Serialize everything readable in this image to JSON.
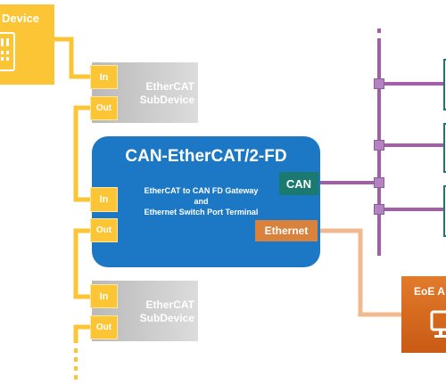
{
  "main_device": {
    "label": "Device"
  },
  "subdevice_top": {
    "label_line1": "EtherCAT",
    "label_line2": "SubDevice",
    "port_in": "In",
    "port_out": "Out"
  },
  "subdevice_bottom": {
    "label_line1": "EtherCAT",
    "label_line2": "SubDevice",
    "port_in": "In",
    "port_out": "Out"
  },
  "gateway": {
    "title": "CAN-EtherCAT/2-FD",
    "desc_line1": "EtherCAT to CAN FD Gateway",
    "desc_line2": "and",
    "desc_line3": "Ethernet Switch Port Terminal",
    "port_in": "In",
    "port_out": "Out",
    "can_label": "CAN",
    "ethernet_label": "Ethernet"
  },
  "eoe_device": {
    "label": "EoE A"
  },
  "icons": [
    "device-icon",
    "monitor-icon"
  ],
  "colors": {
    "ethercat": "#fcc535",
    "gateway": "#1c78c4",
    "can": "#1b7a70",
    "can_bus": "#a25fa8",
    "ethernet": "#d9823d",
    "ethernet_line": "#f0b990",
    "subdevice": "#c8c8c8"
  }
}
